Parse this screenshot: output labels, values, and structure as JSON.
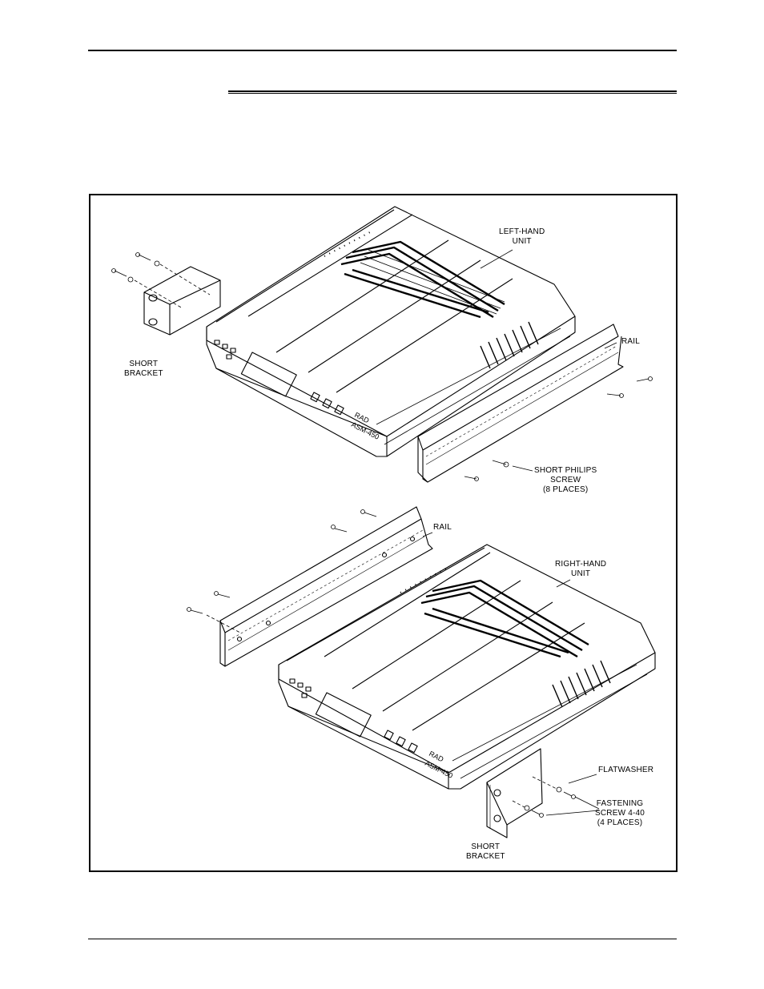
{
  "figure": {
    "labels": {
      "left_hand_unit": [
        "LEFT-HAND",
        "UNIT"
      ],
      "rail_top": "RAIL",
      "short_bracket_top": [
        "SHORT",
        "BRACKET"
      ],
      "short_philips_screw": [
        "SHORT PHILIPS",
        "SCREW",
        "(8 PLACES)"
      ],
      "rail_bottom": "RAIL",
      "right_hand_unit": [
        "RIGHT-HAND",
        "UNIT"
      ],
      "flatwasher": "FLATWASHER",
      "fastening_screw": [
        "FASTENING",
        "SCREW 4-40",
        "(4 PLACES)"
      ],
      "short_bracket_bottom": [
        "SHORT",
        "BRACKET"
      ]
    },
    "unit_markings": {
      "top_unit": [
        "RAD",
        "ASM-450"
      ],
      "bottom_unit": [
        "RAD",
        "ASM-450"
      ]
    }
  }
}
